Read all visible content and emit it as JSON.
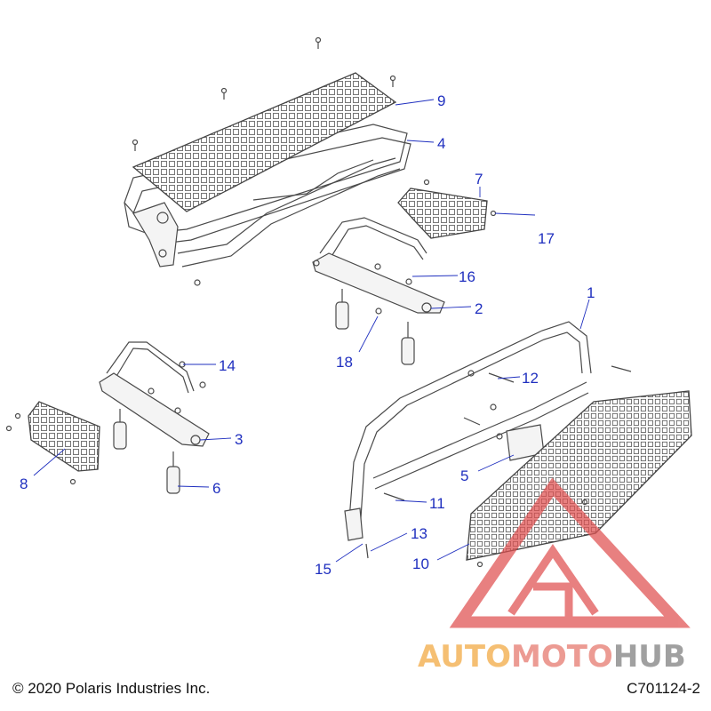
{
  "diagram": {
    "callouts": [
      "1",
      "2",
      "3",
      "4",
      "5",
      "6",
      "7",
      "8",
      "9",
      "10",
      "11",
      "12",
      "13",
      "14",
      "15",
      "16",
      "17",
      "18"
    ]
  },
  "watermark": {
    "part1": "AUTO",
    "part2": "MOTO",
    "part3": "HUB",
    "colors": {
      "auto": "#f3b45a",
      "moto": "#e98a80",
      "hub": "#8f8f8f",
      "logo": "#e05050"
    }
  },
  "footer": {
    "copyright": "© 2020 Polaris Industries Inc.",
    "figure_id": "C701124-2"
  }
}
